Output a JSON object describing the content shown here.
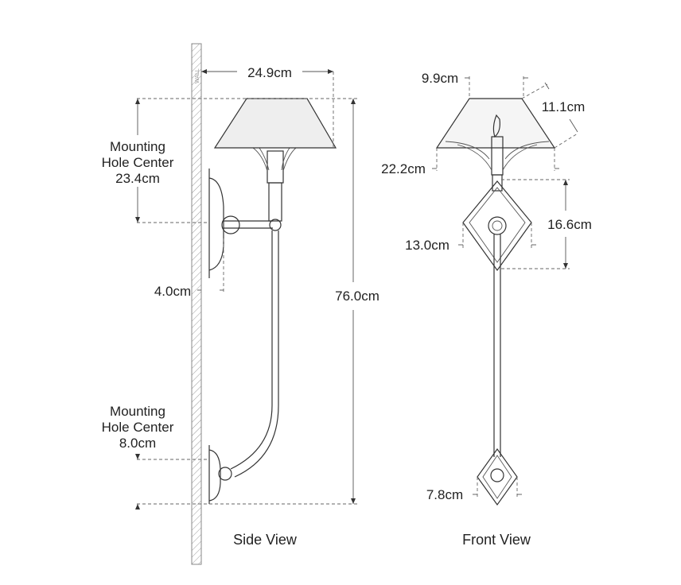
{
  "wall_label": "WALL",
  "side_view": {
    "caption": "Side View",
    "width_dim": "24.9cm",
    "height_dim": "76.0cm",
    "projection_dim": "4.0cm",
    "upper_mount_label": [
      "Mounting",
      "Hole Center",
      "23.4cm"
    ],
    "lower_mount_label": [
      "Mounting",
      "Hole Center",
      "8.0cm"
    ]
  },
  "front_view": {
    "caption": "Front View",
    "shade_top_dim": "9.9cm",
    "shade_side_dim": "11.1cm",
    "shade_bottom_dim": "22.2cm",
    "diamond_height_dim": "16.6cm",
    "diamond_width_dim": "13.0cm",
    "base_width_dim": "7.8cm"
  }
}
